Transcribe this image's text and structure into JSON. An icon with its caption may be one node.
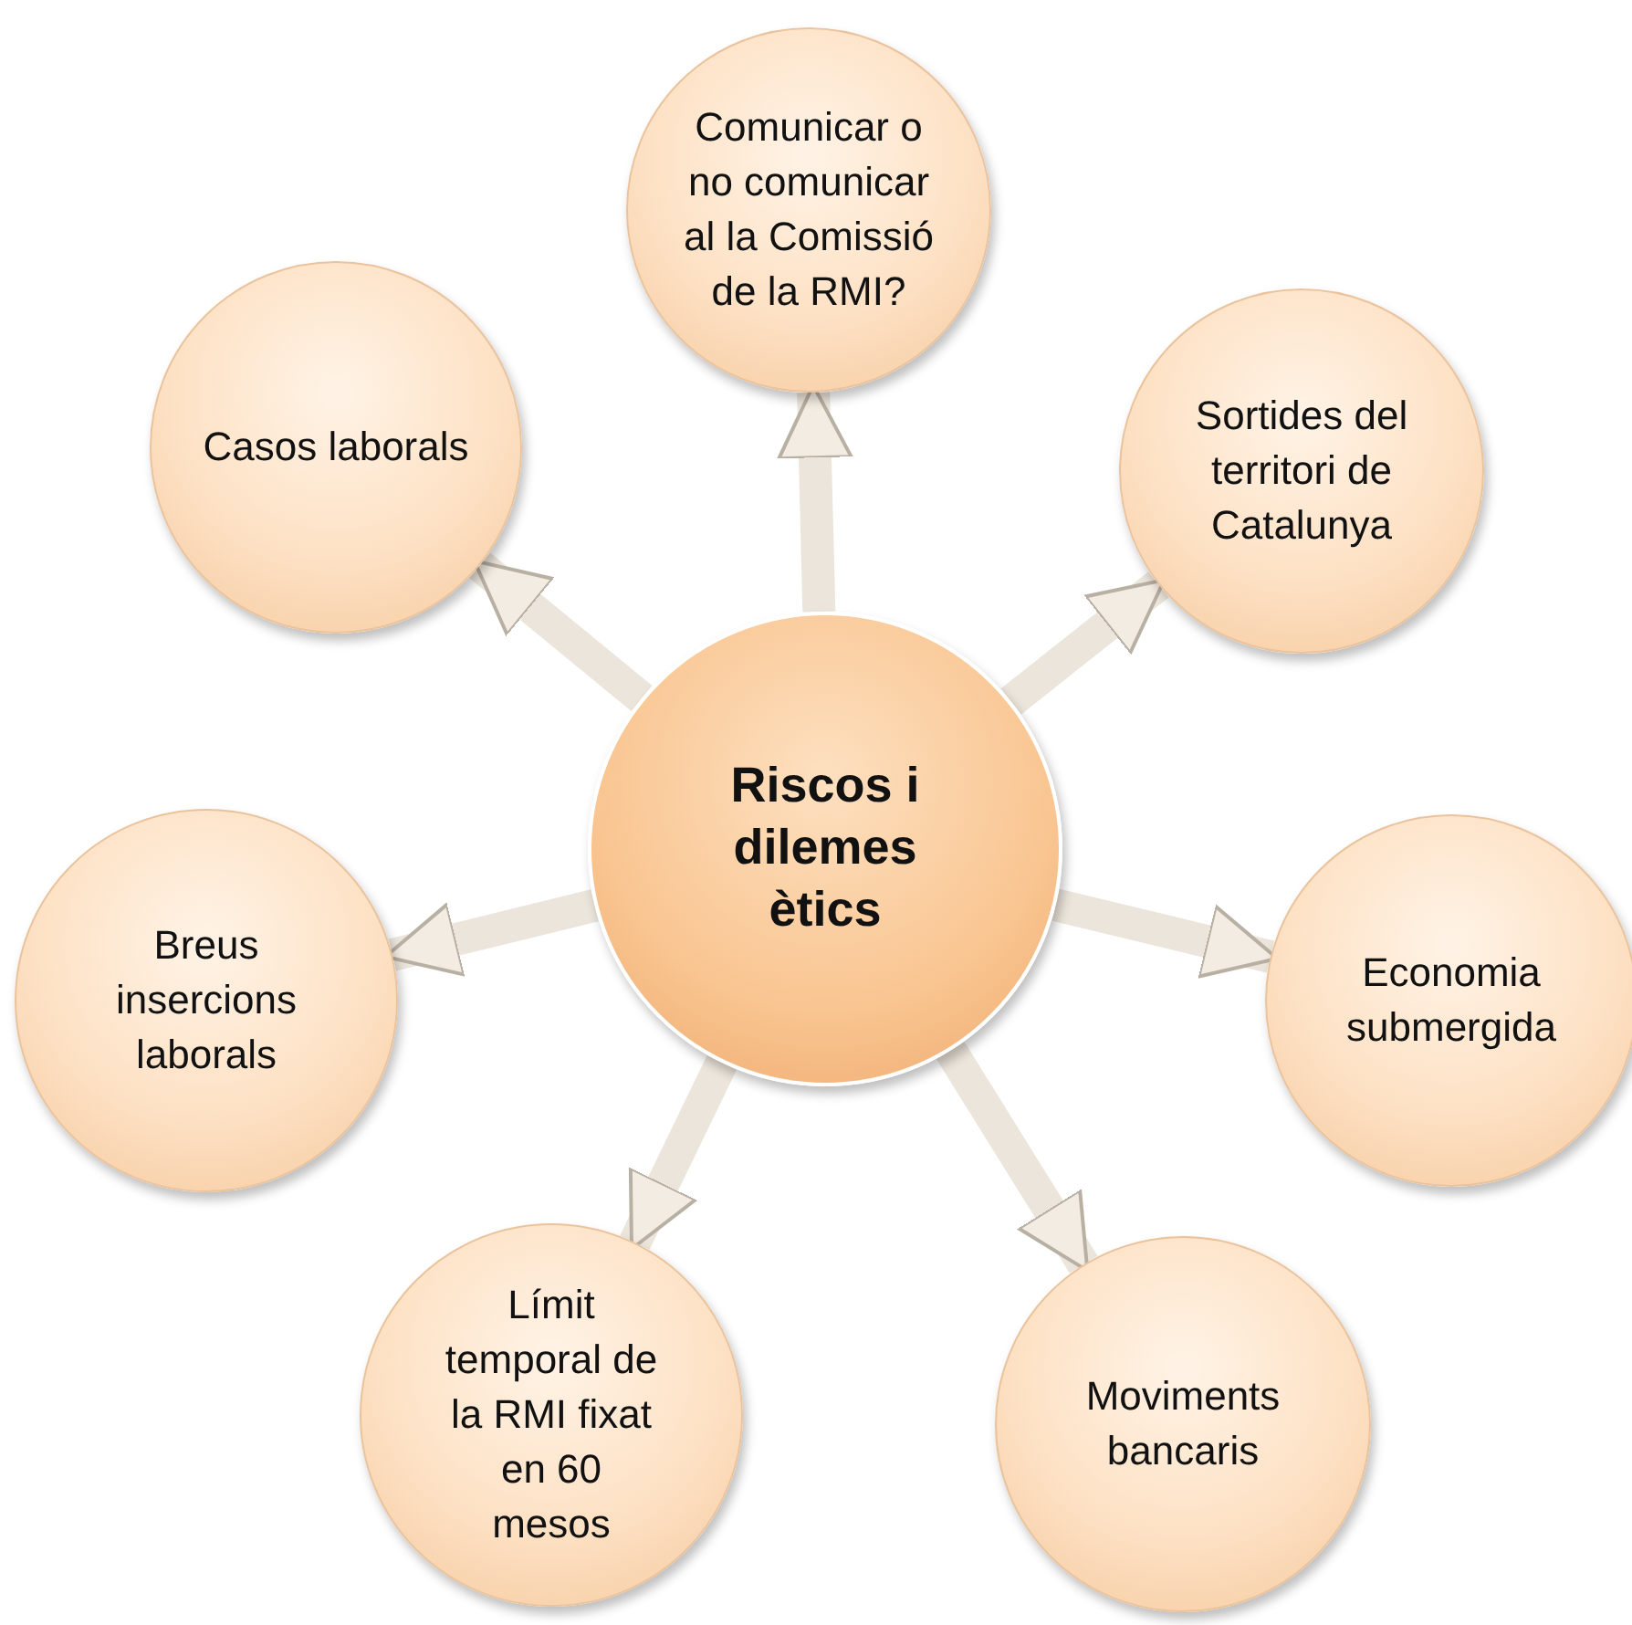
{
  "diagram": {
    "nodes": [
      {
        "text": [
          "Riscos i dilemes ètics"
        ]
      },
      {
        "text": [
          "Comunicar o no comunicar al la Comissió de la RMI?"
        ]
      },
      {
        "text": [
          "Sortides del territori de Catalunya"
        ]
      },
      {
        "text": [
          "Economia submergida"
        ]
      },
      {
        "text": [
          "Moviments bancaris"
        ]
      },
      {
        "text": [
          "Límit temporal de la RMI fixat en 60 mesos"
        ]
      },
      {
        "text": [
          "Breus insercions laborals"
        ]
      },
      {
        "text": [
          "Casos laborals"
        ]
      }
    ],
    "edges": [
      {
        "from": 0,
        "to": 1,
        "arrow": "to"
      },
      {
        "from": 0,
        "to": 2,
        "arrow": "to"
      },
      {
        "from": 0,
        "to": 3,
        "arrow": "to"
      },
      {
        "from": 0,
        "to": 4,
        "arrow": "to"
      },
      {
        "from": 0,
        "to": 5,
        "arrow": "to"
      },
      {
        "from": 0,
        "to": 6,
        "arrow": "to"
      },
      {
        "from": 0,
        "to": 7,
        "arrow": "to"
      }
    ]
  }
}
